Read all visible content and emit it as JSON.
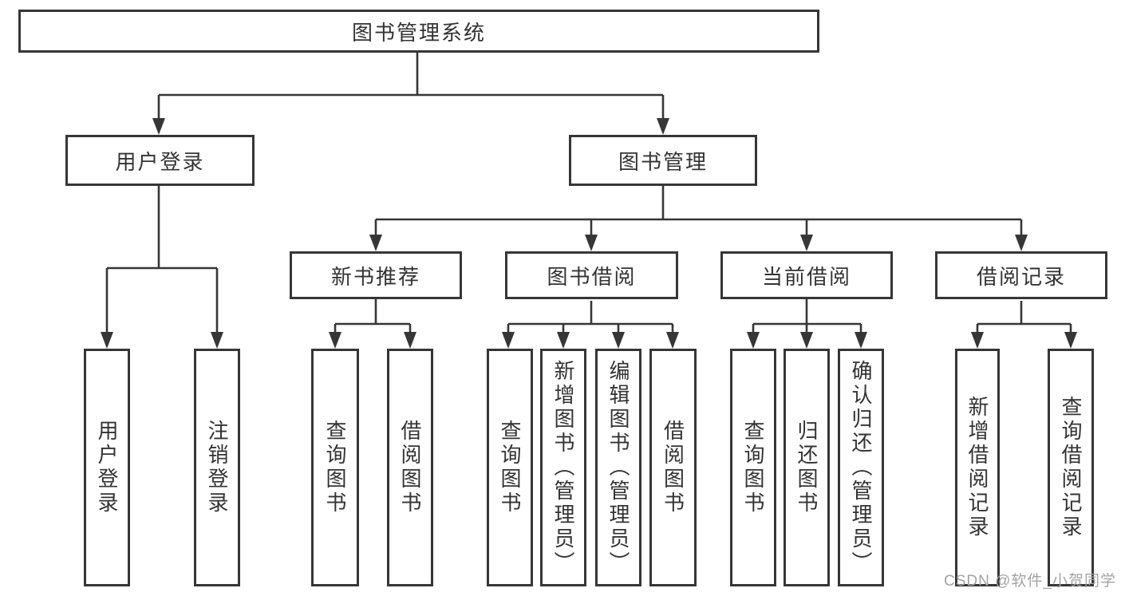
{
  "colors": {
    "line": "#363636",
    "text": "#333333",
    "watermark_text": "#a3a3a3",
    "background": "#ffffff"
  },
  "watermark": "CSDN @软件_小贺同学",
  "tree": {
    "label": "图书管理系统",
    "children": [
      {
        "label": "用户登录",
        "children": [
          {
            "label": "用户登录"
          },
          {
            "label": "注销登录"
          }
        ]
      },
      {
        "label": "图书管理",
        "children": [
          {
            "label": "新书推荐",
            "children": [
              {
                "label": "查询图书"
              },
              {
                "label": "借阅图书"
              }
            ]
          },
          {
            "label": "图书借阅",
            "children": [
              {
                "label": "查询图书"
              },
              {
                "label": "新增图书（管理员）"
              },
              {
                "label": "编辑图书（管理员）"
              },
              {
                "label": "借阅图书"
              }
            ]
          },
          {
            "label": "当前借阅",
            "children": [
              {
                "label": "查询图书"
              },
              {
                "label": "归还图书"
              },
              {
                "label": "确认归还（管理员）"
              }
            ]
          },
          {
            "label": "借阅记录",
            "children": [
              {
                "label": "新增借阅记录"
              },
              {
                "label": "查询借阅记录"
              }
            ]
          }
        ]
      }
    ]
  }
}
